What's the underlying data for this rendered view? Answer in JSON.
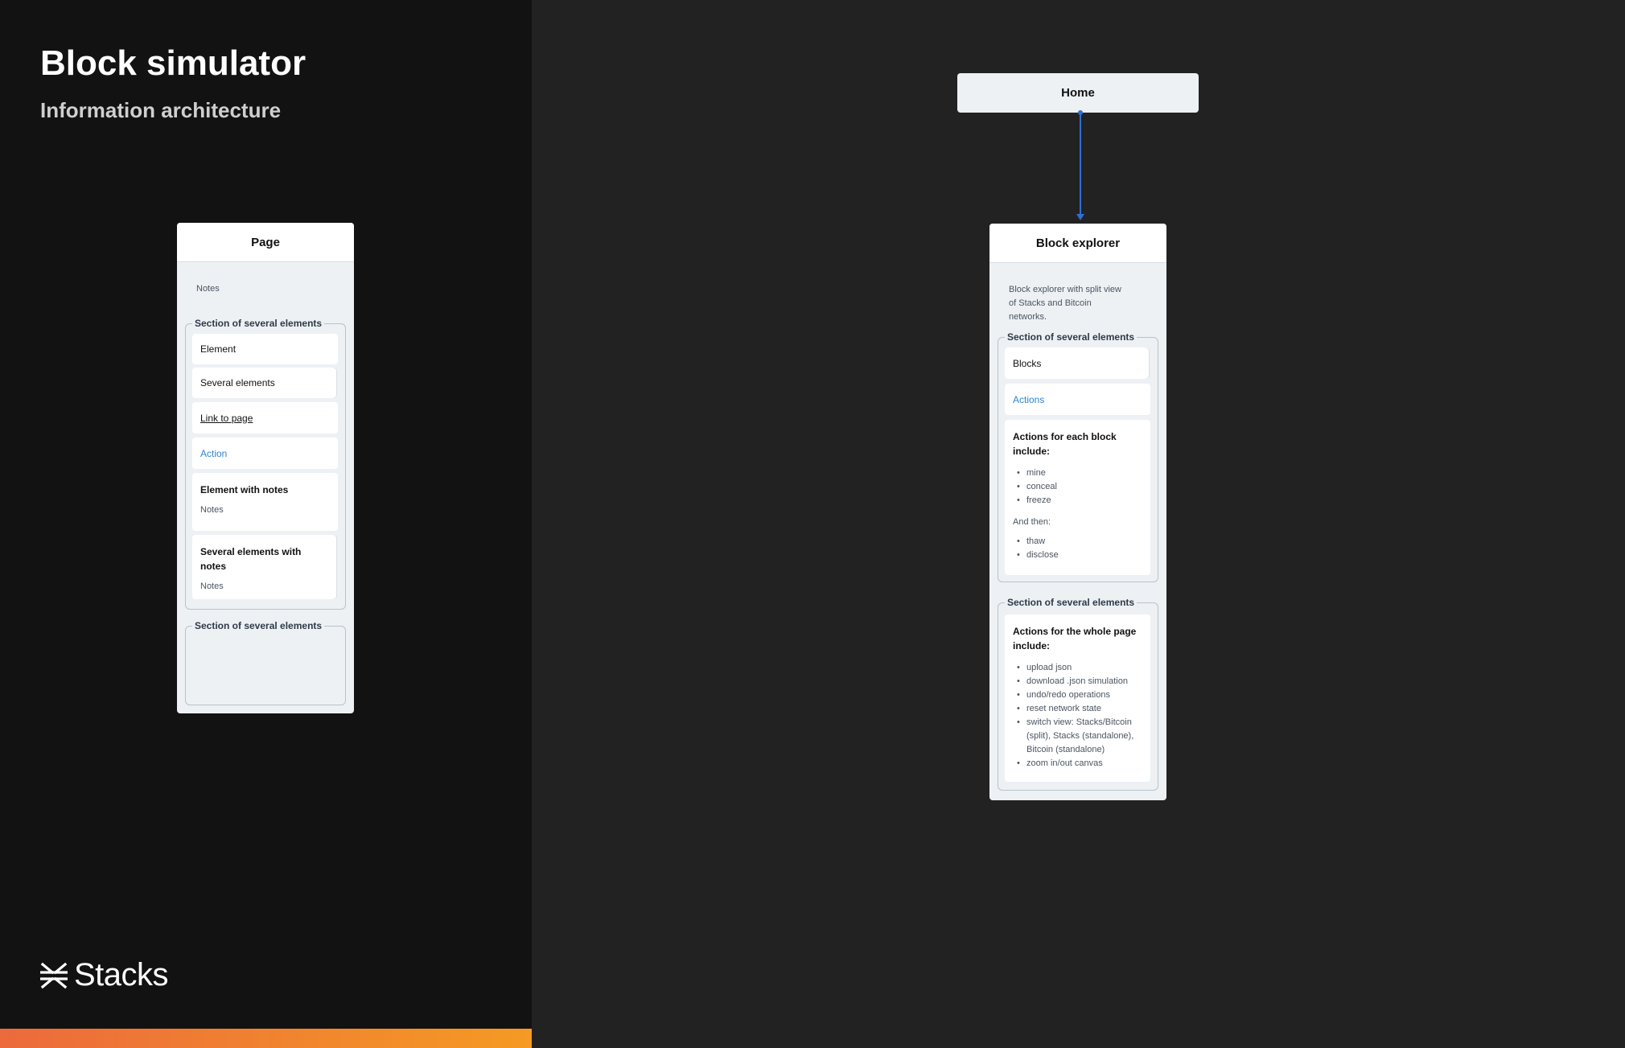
{
  "header": {
    "title": "Block simulator",
    "subtitle": "Information architecture"
  },
  "brand": {
    "name": "Stacks",
    "logo_icon": "stacks-logo-icon"
  },
  "colors": {
    "left_panel": "#121212",
    "canvas": "#222222",
    "card": "#edf1f4",
    "action": "#2f84d3",
    "connector": "#2f6fd0",
    "accent_start": "#ec6a3c",
    "accent_end": "#f59a23"
  },
  "legend_card": {
    "title": "Page",
    "notes": "Notes",
    "section1": {
      "label": "Section of several elements",
      "element": "Element",
      "several_elements": "Several elements",
      "link": "Link to page",
      "action": "Action",
      "element_with_notes": {
        "title": "Element with notes",
        "notes": "Notes"
      },
      "several_with_notes": {
        "title": "Several elements with notes",
        "notes": "Notes"
      }
    },
    "section2": {
      "label": "Section of several elements"
    }
  },
  "home": {
    "title": "Home"
  },
  "explorer_card": {
    "title": "Block explorer",
    "notes": "Block explorer with split view of Stacks and Bitcoin networks.",
    "section1": {
      "label": "Section of several elements",
      "blocks": "Blocks",
      "actions": "Actions",
      "block_actions": {
        "title": "Actions for each block include:",
        "items": [
          "mine",
          "conceal",
          "freeze"
        ],
        "then_label": "And then:",
        "then_items": [
          "thaw",
          "disclose"
        ]
      }
    },
    "section2": {
      "label": "Section of several elements",
      "page_actions": {
        "title": "Actions for the whole page include:",
        "items": [
          "upload json",
          "download .json simulation",
          "undo/redo operations",
          "reset network state",
          "switch view: Stacks/Bitcoin (split), Stacks (standalone), Bitcoin (standalone)",
          "zoom in/out canvas"
        ]
      }
    }
  }
}
